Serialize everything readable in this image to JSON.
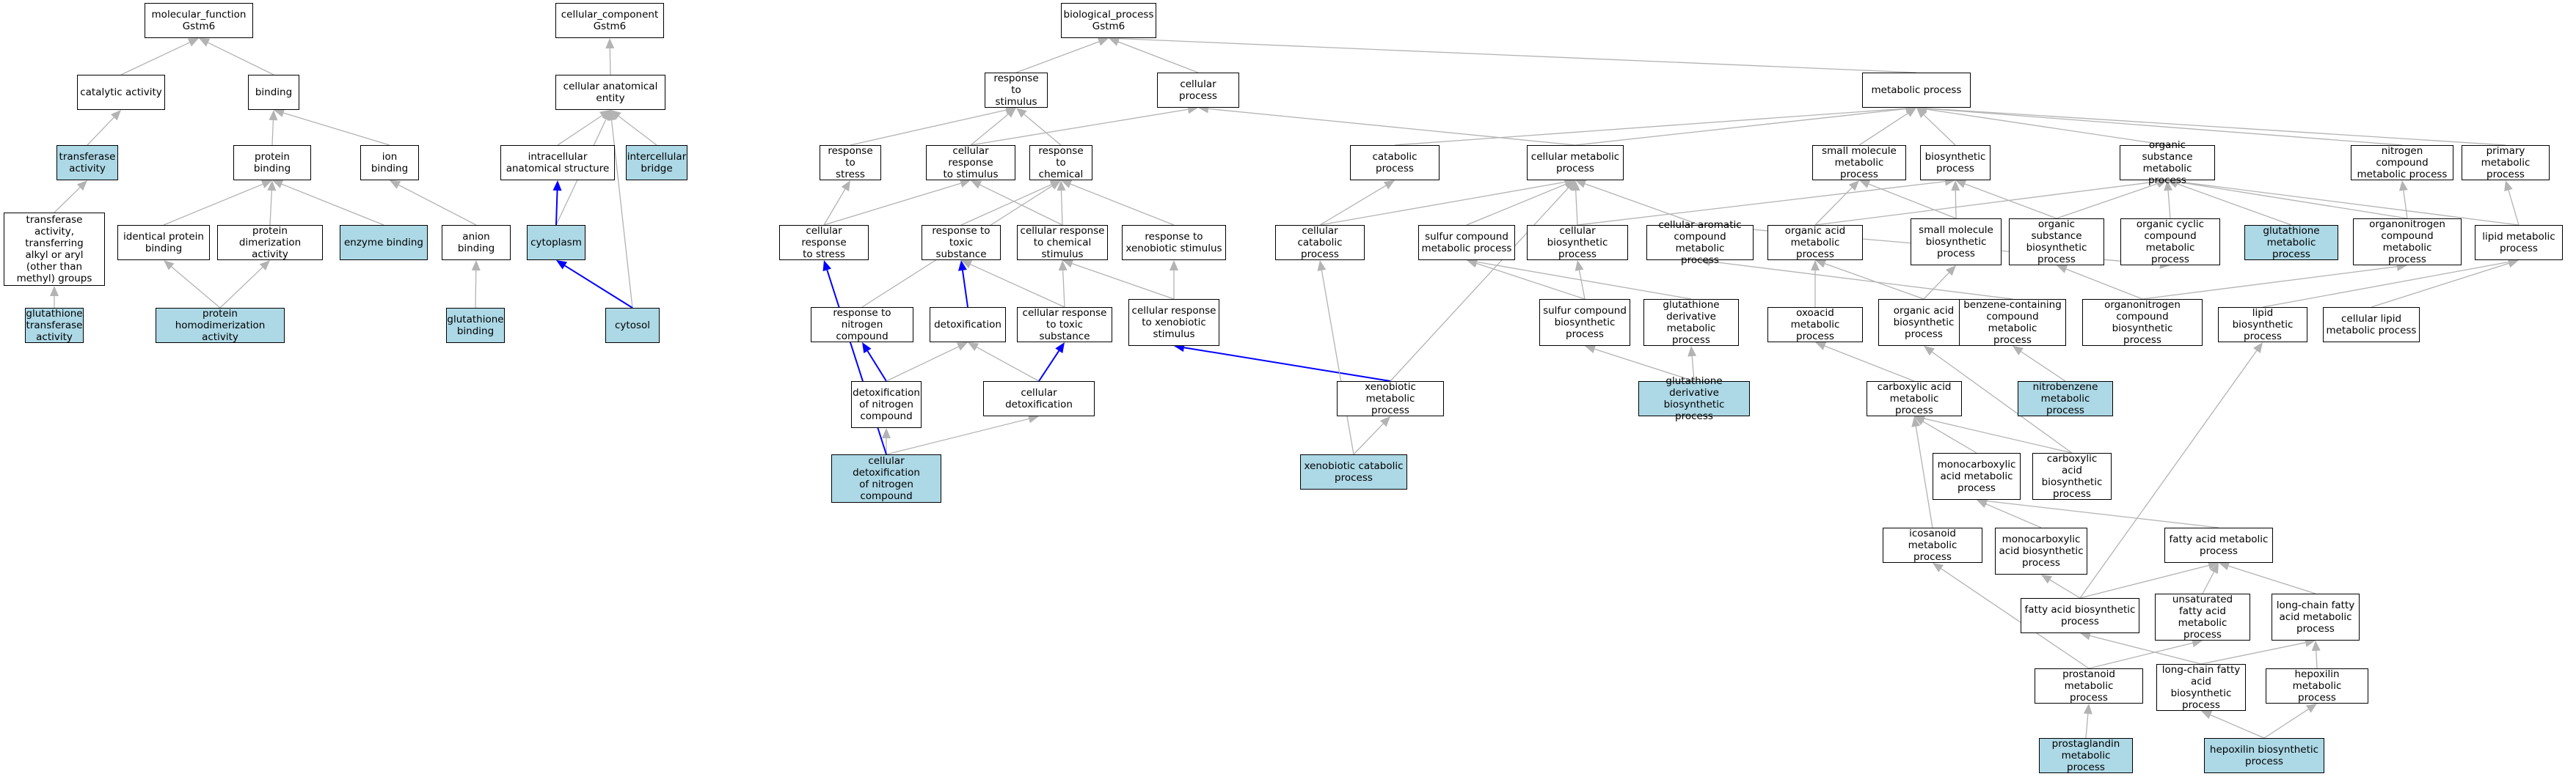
{
  "colors": {
    "highlight": "#add8e6",
    "edge_gray": "#b3b3b3",
    "edge_blue": "#0000ff",
    "node_border": "#000000"
  },
  "nodes": [
    {
      "id": "mf",
      "label": "molecular_function\nGstm6",
      "hl": false
    },
    {
      "id": "cc",
      "label": "cellular_component\nGstm6",
      "hl": false
    },
    {
      "id": "bp",
      "label": "biological_process\nGstm6",
      "hl": false
    },
    {
      "id": "catalytic",
      "label": "catalytic activity",
      "hl": false
    },
    {
      "id": "binding",
      "label": "binding",
      "hl": false
    },
    {
      "id": "cae",
      "label": "cellular anatomical\nentity",
      "hl": false
    },
    {
      "id": "transferase",
      "label": "transferase\nactivity",
      "hl": true
    },
    {
      "id": "protbind",
      "label": "protein binding",
      "hl": false
    },
    {
      "id": "ionbind",
      "label": "ion binding",
      "hl": false
    },
    {
      "id": "intracell",
      "label": "intracellular\nanatomical structure",
      "hl": false
    },
    {
      "id": "interbridge",
      "label": "intercellular\nbridge",
      "hl": true
    },
    {
      "id": "transalkyl",
      "label": "transferase\nactivity, transferring\nalkyl or aryl\n(other than\nmethyl) groups",
      "hl": false
    },
    {
      "id": "identprot",
      "label": "identical protein\nbinding",
      "hl": false
    },
    {
      "id": "protdimer",
      "label": "protein dimerization\nactivity",
      "hl": false
    },
    {
      "id": "enzbind",
      "label": "enzyme binding",
      "hl": true
    },
    {
      "id": "anionbind",
      "label": "anion binding",
      "hl": false
    },
    {
      "id": "cytoplasm",
      "label": "cytoplasm",
      "hl": true
    },
    {
      "id": "gst",
      "label": "glutathione\ntransferase\nactivity",
      "hl": true
    },
    {
      "id": "homodimer",
      "label": "protein homodimerization\nactivity",
      "hl": true
    },
    {
      "id": "glubind",
      "label": "glutathione\nbinding",
      "hl": true
    },
    {
      "id": "cytosol",
      "label": "cytosol",
      "hl": true
    },
    {
      "id": "respstim",
      "label": "response to\nstimulus",
      "hl": false
    },
    {
      "id": "cellproc",
      "label": "cellular process",
      "hl": false
    },
    {
      "id": "metab",
      "label": "metabolic process",
      "hl": false
    },
    {
      "id": "respstress",
      "label": "response to\nstress",
      "hl": false
    },
    {
      "id": "cellrespstim",
      "label": "cellular response\nto stimulus",
      "hl": false
    },
    {
      "id": "respchem",
      "label": "response to\nchemical",
      "hl": false
    },
    {
      "id": "catab",
      "label": "catabolic process",
      "hl": false
    },
    {
      "id": "cellmetab",
      "label": "cellular metabolic\nprocess",
      "hl": false
    },
    {
      "id": "smallmol",
      "label": "small molecule\nmetabolic process",
      "hl": false
    },
    {
      "id": "biosyn",
      "label": "biosynthetic\nprocess",
      "hl": false
    },
    {
      "id": "orgsub",
      "label": "organic substance\nmetabolic process",
      "hl": false
    },
    {
      "id": "nitrocomp",
      "label": "nitrogen compound\nmetabolic process",
      "hl": false
    },
    {
      "id": "primary",
      "label": "primary metabolic\nprocess",
      "hl": false
    },
    {
      "id": "cellrespstress",
      "label": "cellular response\nto stress",
      "hl": false
    },
    {
      "id": "resptoxic",
      "label": "response to\ntoxic substance",
      "hl": false
    },
    {
      "id": "cellrespchem",
      "label": "cellular response\nto chemical\nstimulus",
      "hl": false
    },
    {
      "id": "respxeno",
      "label": "response to\nxenobiotic stimulus",
      "hl": false
    },
    {
      "id": "cellcatab",
      "label": "cellular catabolic\nprocess",
      "hl": false
    },
    {
      "id": "sulfurmetab",
      "label": "sulfur compound\nmetabolic process",
      "hl": false
    },
    {
      "id": "cellbiosyn",
      "label": "cellular biosynthetic\nprocess",
      "hl": false
    },
    {
      "id": "aromatic",
      "label": "cellular aromatic\ncompound metabolic\nprocess",
      "hl": false
    },
    {
      "id": "organicacid",
      "label": "organic acid\nmetabolic process",
      "hl": false
    },
    {
      "id": "smallbiosyn",
      "label": "small molecule\nbiosynthetic\nprocess",
      "hl": false
    },
    {
      "id": "orgsubbiosyn",
      "label": "organic substance\nbiosynthetic\nprocess",
      "hl": false
    },
    {
      "id": "orgcyclic",
      "label": "organic cyclic\ncompound metabolic\nprocess",
      "hl": false
    },
    {
      "id": "glumetab",
      "label": "glutathione\nmetabolic process",
      "hl": true
    },
    {
      "id": "organonitro",
      "label": "organonitrogen\ncompound metabolic\nprocess",
      "hl": false
    },
    {
      "id": "lipidmetab",
      "label": "lipid metabolic\nprocess",
      "hl": false
    },
    {
      "id": "respnitro",
      "label": "response to\nnitrogen compound",
      "hl": false
    },
    {
      "id": "detox",
      "label": "detoxification",
      "hl": false
    },
    {
      "id": "cellresptoxic",
      "label": "cellular response\nto toxic substance",
      "hl": false
    },
    {
      "id": "cellrespxeno",
      "label": "cellular response\nto xenobiotic\nstimulus",
      "hl": false
    },
    {
      "id": "sulfurbiosyn",
      "label": "sulfur compound\nbiosynthetic\nprocess",
      "hl": false
    },
    {
      "id": "gluderiv",
      "label": "glutathione\nderivative metabolic\nprocess",
      "hl": false
    },
    {
      "id": "oxoacid",
      "label": "oxoacid metabolic\nprocess",
      "hl": false
    },
    {
      "id": "orgacidbiosyn",
      "label": "organic acid\nbiosynthetic\nprocess",
      "hl": false
    },
    {
      "id": "benzene",
      "label": "benzene-containing\ncompound metabolic\nprocess",
      "hl": false
    },
    {
      "id": "organonitrobiosyn",
      "label": "organonitrogen\ncompound biosynthetic\nprocess",
      "hl": false
    },
    {
      "id": "lipidbiosyn",
      "label": "lipid biosynthetic\nprocess",
      "hl": false
    },
    {
      "id": "celllipid",
      "label": "cellular lipid\nmetabolic process",
      "hl": false
    },
    {
      "id": "detoxnitro",
      "label": "detoxification\nof nitrogen\ncompound",
      "hl": false
    },
    {
      "id": "celldetox",
      "label": "cellular detoxification",
      "hl": false
    },
    {
      "id": "xenometab",
      "label": "xenobiotic metabolic\nprocess",
      "hl": false
    },
    {
      "id": "gluderivbiosyn",
      "label": "glutathione\nderivative biosynthetic\nprocess",
      "hl": true
    },
    {
      "id": "nitrobenzene",
      "label": "nitrobenzene\nmetabolic process",
      "hl": true
    },
    {
      "id": "carboxylic",
      "label": "carboxylic acid\nmetabolic process",
      "hl": false
    },
    {
      "id": "monocarbox",
      "label": "monocarboxylic\nacid metabolic\nprocess",
      "hl": false
    },
    {
      "id": "carboxbiosyn",
      "label": "carboxylic acid\nbiosynthetic\nprocess",
      "hl": false
    },
    {
      "id": "celldetoxnitro",
      "label": "cellular detoxification\nof nitrogen\ncompound",
      "hl": true
    },
    {
      "id": "xenocatab",
      "label": "xenobiotic catabolic\nprocess",
      "hl": true
    },
    {
      "id": "icosanoid",
      "label": "icosanoid metabolic\nprocess",
      "hl": false
    },
    {
      "id": "monocarboxbiosyn",
      "label": "monocarboxylic\nacid biosynthetic\nprocess",
      "hl": false
    },
    {
      "id": "fattyacid",
      "label": "fatty acid metabolic\nprocess",
      "hl": false
    },
    {
      "id": "fabiosyn",
      "label": "fatty acid biosynthetic\nprocess",
      "hl": false
    },
    {
      "id": "unsatfa",
      "label": "unsaturated\nfatty acid metabolic\nprocess",
      "hl": false
    },
    {
      "id": "longchain",
      "label": "long-chain fatty\nacid metabolic\nprocess",
      "hl": false
    },
    {
      "id": "prostanoid",
      "label": "prostanoid metabolic\nprocess",
      "hl": false
    },
    {
      "id": "longchainbiosyn",
      "label": "long-chain fatty\nacid biosynthetic\nprocess",
      "hl": false
    },
    {
      "id": "hepoxilin",
      "label": "hepoxilin metabolic\nprocess",
      "hl": false
    },
    {
      "id": "prostaglandin",
      "label": "prostaglandin\nmetabolic process",
      "hl": true
    },
    {
      "id": "hepoxbiosyn",
      "label": "hepoxilin biosynthetic\nprocess",
      "hl": true
    }
  ],
  "edges": [
    [
      "catalytic",
      "mf",
      "gray"
    ],
    [
      "binding",
      "mf",
      "gray"
    ],
    [
      "cae",
      "cc",
      "gray"
    ],
    [
      "transferase",
      "catalytic",
      "gray"
    ],
    [
      "protbind",
      "binding",
      "gray"
    ],
    [
      "ionbind",
      "binding",
      "gray"
    ],
    [
      "transalkyl",
      "transferase",
      "gray"
    ],
    [
      "identprot",
      "protbind",
      "gray"
    ],
    [
      "protdimer",
      "protbind",
      "gray"
    ],
    [
      "enzbind",
      "protbind",
      "gray"
    ],
    [
      "anionbind",
      "ionbind",
      "gray"
    ],
    [
      "gst",
      "transalkyl",
      "gray"
    ],
    [
      "homodimer",
      "identprot",
      "gray"
    ],
    [
      "homodimer",
      "protdimer",
      "gray"
    ],
    [
      "glubind",
      "anionbind",
      "gray"
    ],
    [
      "intracell",
      "cae",
      "gray"
    ],
    [
      "interbridge",
      "cae",
      "gray"
    ],
    [
      "cytoplasm",
      "cae",
      "gray"
    ],
    [
      "cytosol",
      "cae",
      "gray"
    ],
    [
      "cytoplasm",
      "intracell",
      "blue"
    ],
    [
      "cytosol",
      "cytoplasm",
      "blue"
    ],
    [
      "respstim",
      "bp",
      "gray"
    ],
    [
      "cellproc",
      "bp",
      "gray"
    ],
    [
      "metab",
      "bp",
      "gray"
    ],
    [
      "respstress",
      "respstim",
      "gray"
    ],
    [
      "cellrespstim",
      "respstim",
      "gray"
    ],
    [
      "respchem",
      "respstim",
      "gray"
    ],
    [
      "cellrespstim",
      "cellproc",
      "gray"
    ],
    [
      "cellmetab",
      "cellproc",
      "gray"
    ],
    [
      "catab",
      "metab",
      "gray"
    ],
    [
      "cellmetab",
      "metab",
      "gray"
    ],
    [
      "smallmol",
      "metab",
      "gray"
    ],
    [
      "biosyn",
      "metab",
      "gray"
    ],
    [
      "orgsub",
      "metab",
      "gray"
    ],
    [
      "nitrocomp",
      "metab",
      "gray"
    ],
    [
      "primary",
      "metab",
      "gray"
    ],
    [
      "cellrespstress",
      "respstress",
      "gray"
    ],
    [
      "cellrespstress",
      "cellrespstim",
      "gray"
    ],
    [
      "cellrespchem",
      "cellrespstim",
      "gray"
    ],
    [
      "cellrespchem",
      "respchem",
      "gray"
    ],
    [
      "resptoxic",
      "respchem",
      "gray"
    ],
    [
      "respxeno",
      "respchem",
      "gray"
    ],
    [
      "cellcatab",
      "catab",
      "gray"
    ],
    [
      "cellcatab",
      "cellmetab",
      "gray"
    ],
    [
      "sulfurmetab",
      "cellmetab",
      "gray"
    ],
    [
      "cellbiosyn",
      "cellmetab",
      "gray"
    ],
    [
      "aromatic",
      "cellmetab",
      "gray"
    ],
    [
      "cellbiosyn",
      "biosyn",
      "gray"
    ],
    [
      "organicacid",
      "smallmol",
      "gray"
    ],
    [
      "smallbiosyn",
      "smallmol",
      "gray"
    ],
    [
      "smallbiosyn",
      "biosyn",
      "gray"
    ],
    [
      "orgsubbiosyn",
      "orgsub",
      "gray"
    ],
    [
      "orgsubbiosyn",
      "biosyn",
      "gray"
    ],
    [
      "orgcyclic",
      "orgsub",
      "gray"
    ],
    [
      "glumetab",
      "orgsub",
      "gray"
    ],
    [
      "organonitro",
      "orgsub",
      "gray"
    ],
    [
      "organonitro",
      "nitrocomp",
      "gray"
    ],
    [
      "lipidmetab",
      "orgsub",
      "gray"
    ],
    [
      "lipidmetab",
      "primary",
      "gray"
    ],
    [
      "organicacid",
      "orgsub",
      "gray"
    ],
    [
      "aromatic",
      "orgcyclic",
      "gray"
    ],
    [
      "respnitro",
      "respchem",
      "gray"
    ],
    [
      "detox",
      "resptoxic",
      "blue"
    ],
    [
      "cellresptoxic",
      "resptoxic",
      "gray"
    ],
    [
      "cellresptoxic",
      "cellrespchem",
      "gray"
    ],
    [
      "cellrespxeno",
      "cellrespchem",
      "gray"
    ],
    [
      "cellrespxeno",
      "respxeno",
      "gray"
    ],
    [
      "sulfurbiosyn",
      "sulfurmetab",
      "gray"
    ],
    [
      "sulfurbiosyn",
      "cellbiosyn",
      "gray"
    ],
    [
      "gluderiv",
      "sulfurmetab",
      "gray"
    ],
    [
      "oxoacid",
      "organicacid",
      "gray"
    ],
    [
      "orgacidbiosyn",
      "organicacid",
      "gray"
    ],
    [
      "orgacidbiosyn",
      "smallbiosyn",
      "gray"
    ],
    [
      "benzene",
      "aromatic",
      "gray"
    ],
    [
      "organonitrobiosyn",
      "organonitro",
      "gray"
    ],
    [
      "organonitrobiosyn",
      "orgsubbiosyn",
      "gray"
    ],
    [
      "lipidbiosyn",
      "lipidmetab",
      "gray"
    ],
    [
      "celllipid",
      "lipidmetab",
      "gray"
    ],
    [
      "detoxnitro",
      "respnitro",
      "blue"
    ],
    [
      "detoxnitro",
      "detox",
      "gray"
    ],
    [
      "celldetox",
      "detox",
      "gray"
    ],
    [
      "celldetox",
      "cellresptoxic",
      "blue"
    ],
    [
      "xenometab",
      "cellrespxeno",
      "blue"
    ],
    [
      "xenometab",
      "cellmetab",
      "gray"
    ],
    [
      "gluderivbiosyn",
      "gluderiv",
      "gray"
    ],
    [
      "gluderivbiosyn",
      "sulfurbiosyn",
      "gray"
    ],
    [
      "nitrobenzene",
      "benzene",
      "gray"
    ],
    [
      "carboxylic",
      "oxoacid",
      "gray"
    ],
    [
      "monocarbox",
      "carboxylic",
      "gray"
    ],
    [
      "carboxbiosyn",
      "carboxylic",
      "gray"
    ],
    [
      "carboxbiosyn",
      "orgacidbiosyn",
      "gray"
    ],
    [
      "celldetoxnitro",
      "detoxnitro",
      "gray"
    ],
    [
      "celldetoxnitro",
      "celldetox",
      "gray"
    ],
    [
      "celldetoxnitro",
      "cellrespstress",
      "blue"
    ],
    [
      "xenocatab",
      "xenometab",
      "gray"
    ],
    [
      "xenocatab",
      "cellcatab",
      "gray"
    ],
    [
      "icosanoid",
      "carboxylic",
      "gray"
    ],
    [
      "monocarboxbiosyn",
      "monocarbox",
      "gray"
    ],
    [
      "fattyacid",
      "monocarbox",
      "gray"
    ],
    [
      "fabiosyn",
      "fattyacid",
      "gray"
    ],
    [
      "fabiosyn",
      "monocarboxbiosyn",
      "gray"
    ],
    [
      "fabiosyn",
      "lipidbiosyn",
      "gray"
    ],
    [
      "unsatfa",
      "fattyacid",
      "gray"
    ],
    [
      "longchain",
      "fattyacid",
      "gray"
    ],
    [
      "prostanoid",
      "icosanoid",
      "gray"
    ],
    [
      "prostanoid",
      "unsatfa",
      "gray"
    ],
    [
      "longchainbiosyn",
      "longchain",
      "gray"
    ],
    [
      "longchainbiosyn",
      "fabiosyn",
      "gray"
    ],
    [
      "hepoxilin",
      "longchain",
      "gray"
    ],
    [
      "prostaglandin",
      "prostanoid",
      "gray"
    ],
    [
      "hepoxbiosyn",
      "longchainbiosyn",
      "gray"
    ],
    [
      "hepoxbiosyn",
      "hepoxilin",
      "gray"
    ]
  ]
}
